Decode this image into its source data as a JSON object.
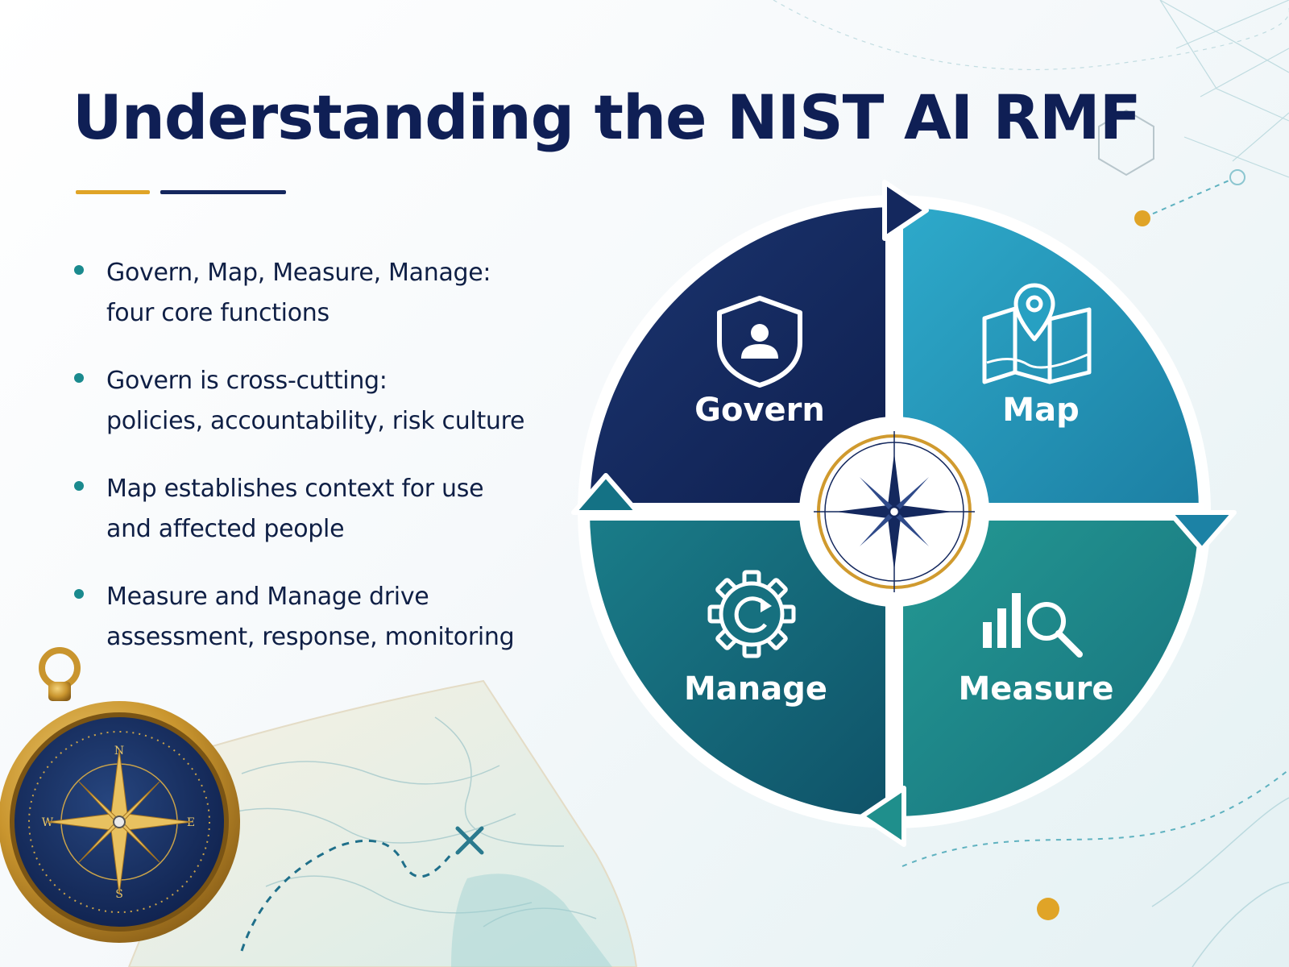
{
  "slide": {
    "title": "Understanding the NIST AI RMF",
    "bullets": [
      {
        "lines": [
          "Govern, Map, Measure, Manage:",
          "four core functions"
        ]
      },
      {
        "lines": [
          "Govern is cross-cutting:",
          "policies, accountability, risk culture"
        ]
      },
      {
        "lines": [
          "Map establishes context for use",
          "and affected people"
        ]
      },
      {
        "lines": [
          "Measure and Manage drive",
          "assessment, response, monitoring"
        ]
      }
    ]
  },
  "cycle": {
    "segments": [
      {
        "label": "Govern",
        "icon": "shield-user-icon",
        "color": "#14285e"
      },
      {
        "label": "Map",
        "icon": "map-pin-icon",
        "color": "#1f8fae"
      },
      {
        "label": "Measure",
        "icon": "bar-chart-search-icon",
        "color": "#1e8a88"
      },
      {
        "label": "Manage",
        "icon": "gear-refresh-icon",
        "color": "#126176"
      }
    ],
    "center_icon": "compass-rose-icon"
  },
  "decor": {
    "compass_marks": [
      "N",
      "E",
      "S",
      "W"
    ],
    "map_marker": "x-mark-icon"
  },
  "colors": {
    "navy": "#0f1f55",
    "gold": "#e0a427",
    "teal": "#1a8a8e"
  }
}
